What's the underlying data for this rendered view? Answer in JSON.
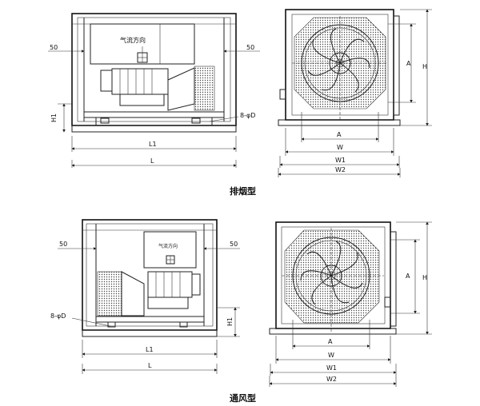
{
  "figure_exhaust": {
    "caption": "排烟型",
    "airflow_label": "气流方向",
    "dim_50_left": "50",
    "dim_50_right": "50",
    "dim_H1": "H1",
    "dim_L1": "L1",
    "dim_L": "L",
    "hole_label": "8-φD",
    "dim_A_vertical": "A",
    "dim_H": "H",
    "dim_A": "A",
    "dim_W": "W",
    "dim_W1": "W1",
    "dim_W2": "W2"
  },
  "figure_ventilation": {
    "caption": "通风型",
    "airflow_label": "气流方向",
    "dim_50_left": "50",
    "dim_50_right": "50",
    "dim_H1": "H1",
    "dim_L1": "L1",
    "dim_L": "L",
    "hole_label": "8-φD",
    "dim_A_vertical": "A",
    "dim_H": "H",
    "dim_A": "A",
    "dim_W": "W",
    "dim_W1": "W1",
    "dim_W2": "W2"
  }
}
